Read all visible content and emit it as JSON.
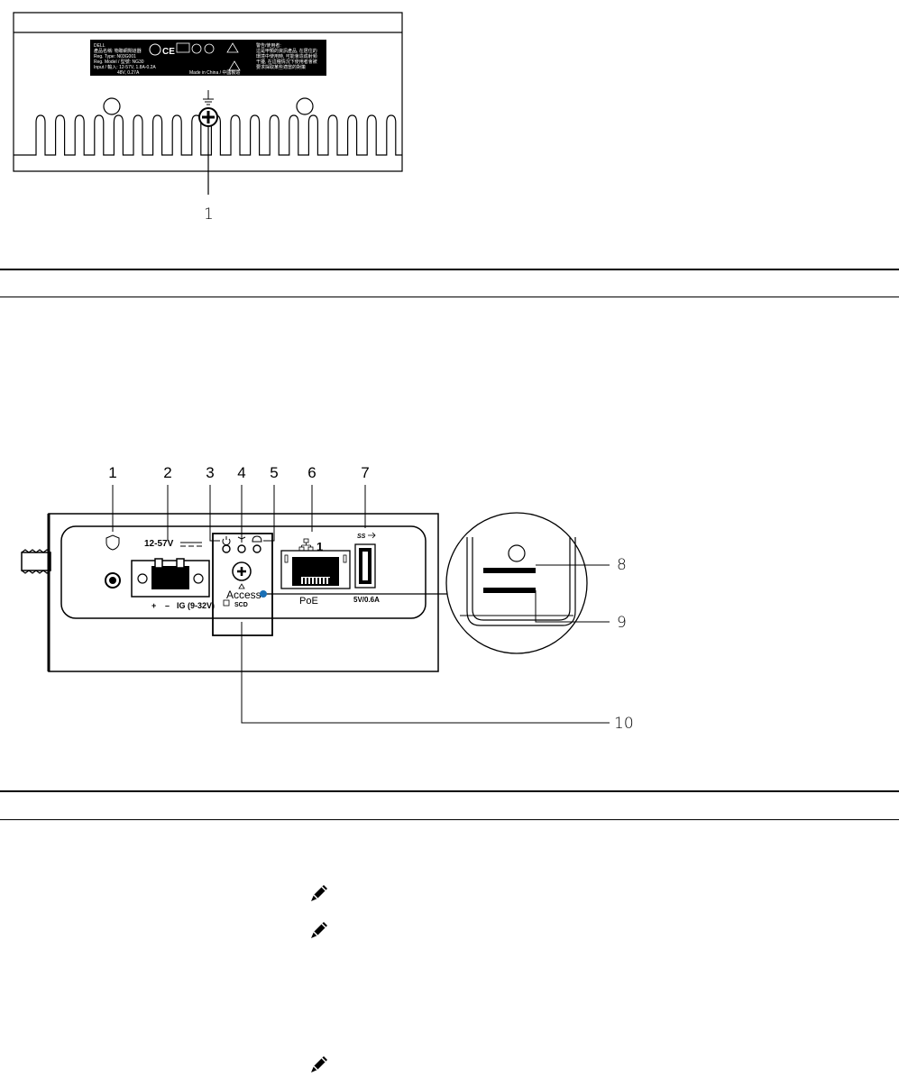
{
  "figure_top": {
    "label_lines": [
      "DELL",
      "產品名稱: 物聯網閘道器",
      "Reg. Type: N03G001",
      "Reg. Model / 型號: NG30",
      "Input / 輸入: 12-57V, 1.8A-0.2A",
      "48V, 0.27A"
    ],
    "label_right_lines": [
      "警告/使用者:",
      "這是甲類的資訊產品, 在居住的",
      "環境中使用時, 可能會造成射頻",
      "干擾, 在這種情況下使用者會被",
      "要求採取某些適當的對策",
      "Made in China / 中國製造"
    ],
    "callout_number": "1"
  },
  "figure_bottom": {
    "callouts": [
      "1",
      "2",
      "3",
      "4",
      "5",
      "6",
      "7",
      "8",
      "9",
      "10"
    ],
    "power_label": "12-57V",
    "terminal_labels": [
      "+",
      "–",
      "IG (9-32V)"
    ],
    "access_label": "Access",
    "access_sub": "SCD",
    "port_number": "1",
    "poe_label": "PoE",
    "usb_label": "SS",
    "usb_rating": "5V/0.6A"
  },
  "colors": {
    "line": "#000000",
    "background": "#ffffff",
    "blue_accent": "#1a6fb5"
  },
  "icons": [
    "ground-icon",
    "pencil-note-icon"
  ]
}
